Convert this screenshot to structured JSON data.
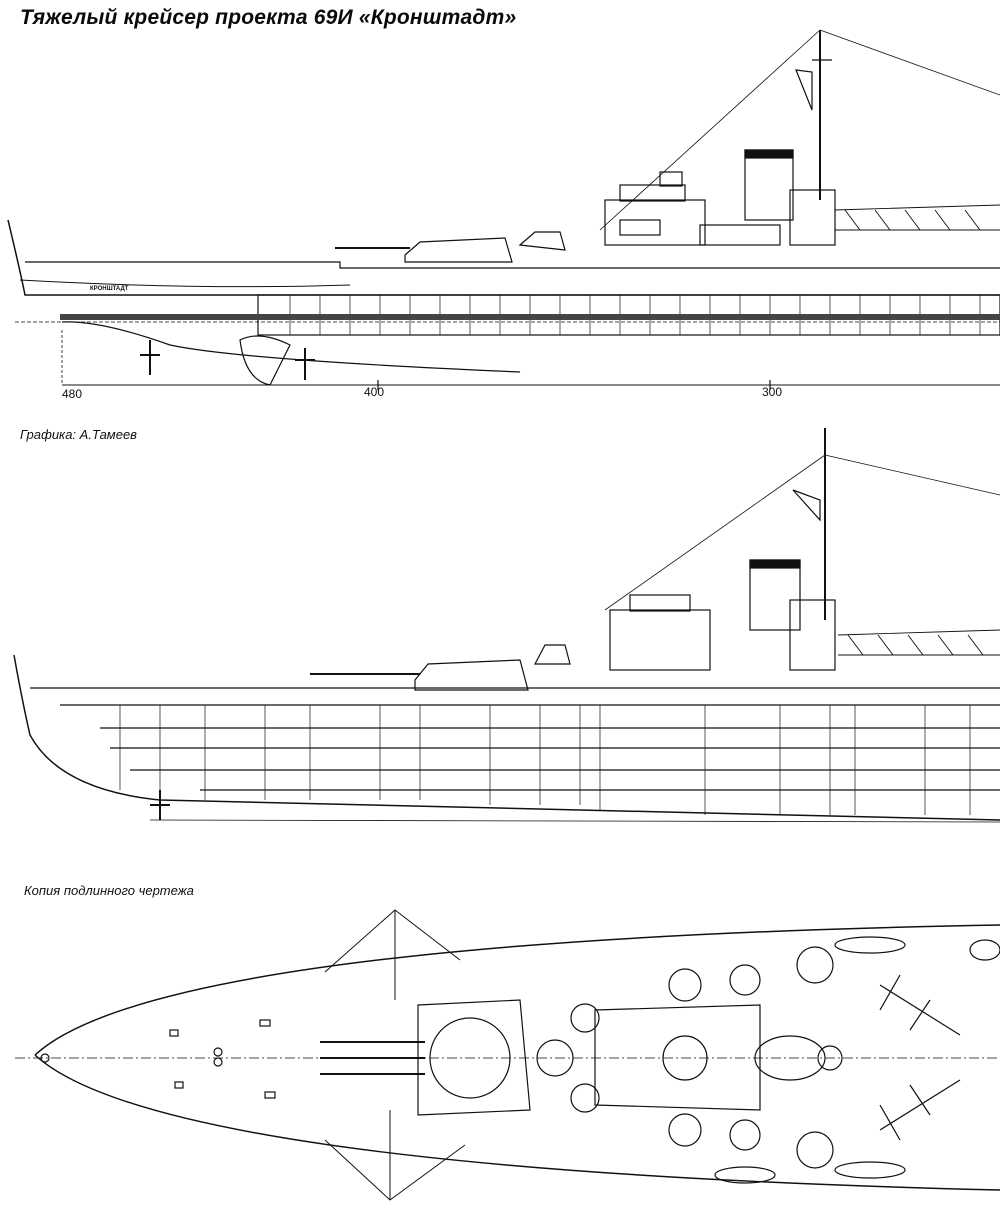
{
  "title": "Тяжелый крейсер проекта 69И «Кронштадт»",
  "captions": {
    "graphics_credit": "Графика: А.Тамеев",
    "original_copy": "Копия подлинного чертежа"
  },
  "hull_name": "КРОНШТАДТ",
  "scale": {
    "ticks": [
      "480",
      "400",
      "300"
    ]
  },
  "colors": {
    "ink": "#111111",
    "paper": "#ffffff"
  }
}
